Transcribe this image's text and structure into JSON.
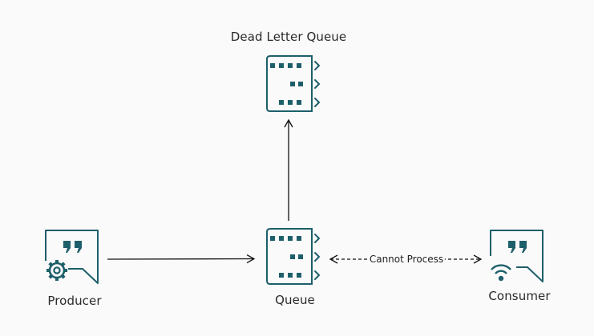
{
  "colors": {
    "accent": "#1d5f6a",
    "line": "#111111",
    "background": "#fbfafa"
  },
  "nodes": {
    "dead_letter_queue": {
      "label": "Dead Letter Queue",
      "icon": "queue-icon"
    },
    "queue": {
      "label": "Queue",
      "icon": "queue-icon"
    },
    "producer": {
      "label": "Producer",
      "icon": "message-producer-icon"
    },
    "consumer": {
      "label": "Consumer",
      "icon": "message-consumer-icon"
    }
  },
  "edges": {
    "producer_to_queue": {
      "from": "Producer",
      "to": "Queue",
      "style": "solid"
    },
    "queue_to_dlq": {
      "from": "Queue",
      "to": "Dead Letter Queue",
      "style": "solid"
    },
    "queue_consumer": {
      "from": "Queue",
      "to": "Consumer",
      "style": "dashed",
      "bidirectional": true,
      "label": "Cannot Process"
    }
  }
}
